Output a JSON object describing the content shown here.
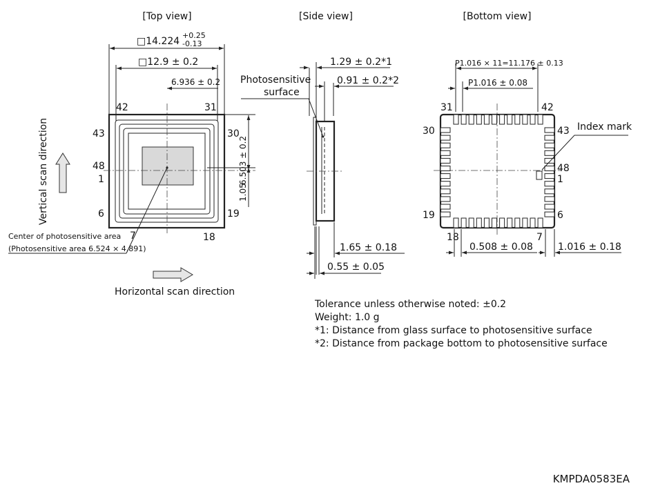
{
  "views": {
    "top": "[Top view]",
    "side": "[Side view]",
    "bottom": "[Bottom view]"
  },
  "top_view": {
    "dim_outer_main": "□14.224",
    "dim_outer_tol_plus": "+0.25",
    "dim_outer_tol_minus": "-0.13",
    "dim_inner": "□12.9 ± 0.2",
    "dim_center_x": "6.936 ± 0.2",
    "dim_center_y": "6.503 ± 0.2",
    "dim_offset": "1.05",
    "pin_labels": {
      "p42": "42",
      "p31": "31",
      "p43": "43",
      "p30": "30",
      "p48": "48",
      "p1": "1",
      "p6": "6",
      "p19": "19",
      "p7": "7",
      "p18": "18"
    },
    "vertical_scan": "Vertical scan direction",
    "horizontal_scan": "Horizontal scan direction",
    "center_label": "Center of photosensitive area",
    "area_label": "(Photosensitive area 6.524 × 4.891)"
  },
  "side_view": {
    "photosensitive": "Photosensitive",
    "surface": "surface",
    "dim_glass": "1.29 ± 0.2*1",
    "dim_bottom": "0.91 ± 0.2*2",
    "dim_height": "1.65 ± 0.18",
    "dim_glass_thk": "0.55 ± 0.05"
  },
  "bottom_view": {
    "dim_pitch_total": "P1.016 × 11=11.176 ± 0.13",
    "dim_pitch": "P1.016 ± 0.08",
    "dim_pad_w": "0.508 ± 0.08",
    "dim_pad_edge": "1.016 ± 0.18",
    "index_mark": "Index mark",
    "pin_labels": {
      "p31": "31",
      "p42": "42",
      "p30": "30",
      "p43": "43",
      "p48": "48",
      "p1": "1",
      "p19": "19",
      "p6": "6",
      "p18": "18",
      "p7": "7"
    }
  },
  "notes": [
    "Tolerance unless otherwise noted: ±0.2",
    "Weight: 1.0 g",
    "*1: Distance from glass surface to photosensitive surface",
    "*2: Distance from package bottom to photosensitive surface"
  ],
  "drawing_code": "KMPDA0583EA"
}
